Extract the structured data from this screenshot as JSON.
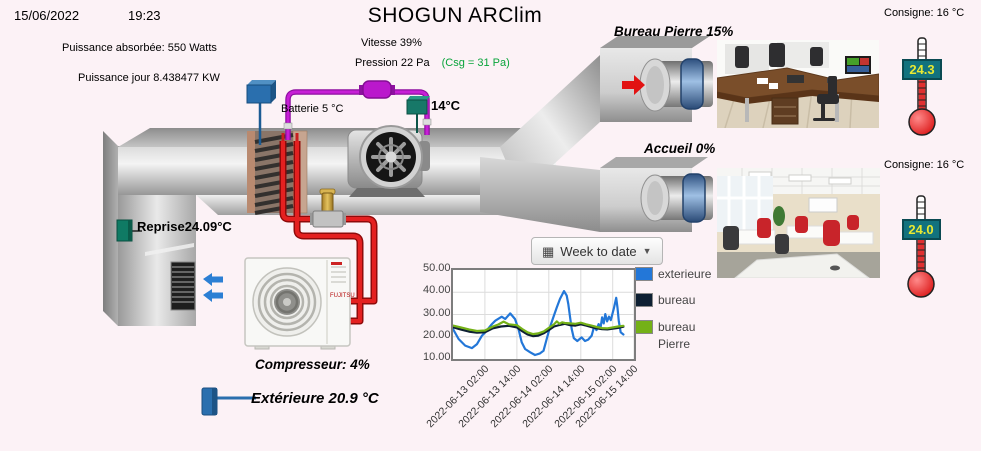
{
  "colors": {
    "background": "#fcf2f6",
    "csg_green": "#09a43b",
    "alarm_arrow_red": "#e21212",
    "pipe_red": "#d81a1a",
    "pipe_purple": "#c71fd6",
    "thermo_value_bg": "#12727e",
    "thermo_value_text": "#e8e833"
  },
  "header": {
    "date": "15/06/2022",
    "time": "19:23",
    "title": "SHOGUN ARClim"
  },
  "power": {
    "absorbed": "Puissance absorbée: 550 Watts",
    "daily": "Puissance jour 8.438477 KW"
  },
  "fan": {
    "speed": "Vitesse 39%",
    "pressure": "Pression 22 Pa",
    "pressure_setpoint": "(Csg = 31 Pa)"
  },
  "ahu": {
    "battery": "Batterie 5 °C",
    "supply_temp": "14°C",
    "return_temp": "Reprise24.09°C",
    "compressor": "Compresseur: 4%",
    "outdoor_temp": "Extérieure 20.9 °C"
  },
  "zones": {
    "bureau_pierre": {
      "label": "Bureau Pierre 15%",
      "setpoint": "Consigne: 16 °C",
      "temp": "24.3"
    },
    "accueil": {
      "label": "Accueil 0%",
      "setpoint": "Consigne: 16 °C",
      "temp": "24.0"
    }
  },
  "chart": {
    "range_button": "Week to date"
  },
  "chart_data": {
    "type": "line",
    "title": "",
    "xlabel": "",
    "ylabel": "",
    "ylim": [
      10,
      50
    ],
    "y_grid": [
      20,
      30,
      40
    ],
    "y_tick_values": [
      50,
      40,
      30,
      20,
      10
    ],
    "y_tick_labels": [
      "50.00",
      "40.00",
      "30.00",
      "20.00",
      "10.00"
    ],
    "x_range_hours": [
      0,
      68
    ],
    "x_tick_hours": [
      12,
      24,
      36,
      48,
      60,
      68
    ],
    "x_tick_labels": [
      "2022-06-13 02:00",
      "2022-06-13 14:00",
      "2022-06-14 02:00",
      "2022-06-14 14:00",
      "2022-06-15 02:00",
      "2022-06-15 14:00"
    ],
    "grid": true,
    "legend_position": "right",
    "series": [
      {
        "name": "exterieure",
        "color": "#2377d8",
        "points": [
          [
            0,
            23.5
          ],
          [
            2.1,
            19
          ],
          [
            4.6,
            16
          ],
          [
            7.1,
            14.9
          ],
          [
            9,
            16.7
          ],
          [
            10.9,
            20.5
          ],
          [
            12.1,
            22
          ],
          [
            14.6,
            25.7
          ],
          [
            15.9,
            27.2
          ],
          [
            18.3,
            29
          ],
          [
            19.6,
            28
          ],
          [
            21.5,
            30.5
          ],
          [
            23.3,
            28
          ],
          [
            24.6,
            23.5
          ],
          [
            25.8,
            17.5
          ],
          [
            27.1,
            14.5
          ],
          [
            29,
            13
          ],
          [
            30.8,
            11.8
          ],
          [
            32.7,
            12.5
          ],
          [
            34,
            13.7
          ],
          [
            35.2,
            19
          ],
          [
            36.4,
            24.2
          ],
          [
            37.7,
            28.7
          ],
          [
            39,
            33.2
          ],
          [
            40.2,
            37
          ],
          [
            41.7,
            40.5
          ],
          [
            42.7,
            38.5
          ],
          [
            43.3,
            34.7
          ],
          [
            44,
            28.7
          ],
          [
            44.6,
            23.5
          ],
          [
            45.4,
            19.4
          ],
          [
            46.7,
            18.1
          ],
          [
            48.3,
            19.7
          ],
          [
            49.6,
            18.1
          ],
          [
            50.8,
            18.7
          ],
          [
            52.1,
            20.5
          ],
          [
            53,
            24.6
          ],
          [
            53.9,
            23
          ],
          [
            54.7,
            25.7
          ],
          [
            55.4,
            23.9
          ],
          [
            56,
            28.7
          ],
          [
            56.6,
            26
          ],
          [
            57.2,
            30.2
          ],
          [
            57.9,
            26.9
          ],
          [
            58.6,
            29
          ],
          [
            59.3,
            27.5
          ],
          [
            60.5,
            33
          ],
          [
            61.3,
            37.5
          ],
          [
            61.8,
            33
          ],
          [
            62.3,
            27
          ],
          [
            63,
            22
          ],
          [
            64,
            21
          ]
        ]
      },
      {
        "name": "bureau",
        "color": "#0e2033",
        "points": [
          [
            0,
            24.3
          ],
          [
            3,
            23.2
          ],
          [
            6,
            22.3
          ],
          [
            9,
            21.8
          ],
          [
            12,
            22
          ],
          [
            15,
            23.8
          ],
          [
            18,
            24.6
          ],
          [
            21,
            24.9
          ],
          [
            24,
            24.2
          ],
          [
            26,
            22.5
          ],
          [
            28,
            21
          ],
          [
            30,
            20.3
          ],
          [
            32,
            20.5
          ],
          [
            34,
            21.5
          ],
          [
            36,
            23
          ],
          [
            38,
            24.6
          ],
          [
            40,
            25.3
          ],
          [
            42,
            25.8
          ],
          [
            44,
            25.2
          ],
          [
            46,
            25
          ],
          [
            48,
            25.6
          ],
          [
            50,
            25
          ],
          [
            52,
            24.4
          ],
          [
            54,
            23.8
          ],
          [
            56,
            23.4
          ],
          [
            58,
            23.3
          ],
          [
            60,
            23.6
          ],
          [
            62,
            24
          ],
          [
            64,
            24.5
          ]
        ]
      },
      {
        "name": "bureau Pierre",
        "color": "#74b117",
        "points": [
          [
            0,
            25
          ],
          [
            3,
            24.2
          ],
          [
            6,
            23.3
          ],
          [
            9,
            22.6
          ],
          [
            12,
            22.8
          ],
          [
            15,
            24.6
          ],
          [
            17,
            25.5
          ],
          [
            19,
            26.8
          ],
          [
            21,
            25.6
          ],
          [
            24,
            25.2
          ],
          [
            26,
            23.5
          ],
          [
            28,
            22
          ],
          [
            30,
            21.2
          ],
          [
            32,
            21.5
          ],
          [
            34,
            22.3
          ],
          [
            36,
            24
          ],
          [
            38,
            25.6
          ],
          [
            39,
            26.9
          ],
          [
            40,
            25.8
          ],
          [
            41,
            26.5
          ],
          [
            42,
            26.2
          ],
          [
            44,
            26
          ],
          [
            46,
            25.8
          ],
          [
            48,
            26.3
          ],
          [
            50,
            25.6
          ],
          [
            52,
            25
          ],
          [
            54,
            24.4
          ],
          [
            56,
            23.9
          ],
          [
            58,
            23.8
          ],
          [
            60,
            24.2
          ],
          [
            62,
            24.6
          ],
          [
            64,
            24.9
          ]
        ]
      }
    ]
  }
}
